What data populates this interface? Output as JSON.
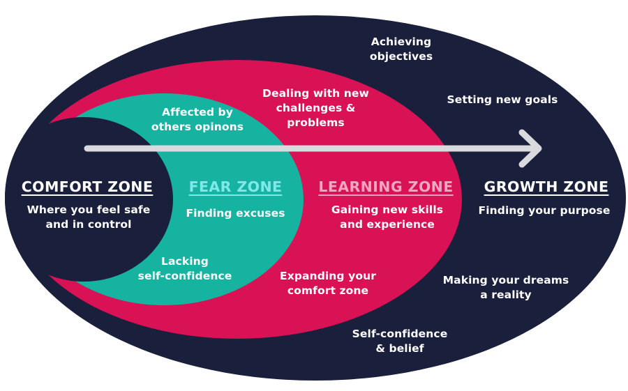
{
  "colors": {
    "growth": "#1a1f3c",
    "learning": "#d91256",
    "fear": "#17b3a1",
    "comfort": "#1a1f3c",
    "arrow": "#d8dadd",
    "text": "#ffffff",
    "fear_heading": "#7fe8ea",
    "learning_heading": "#f3a6c2"
  },
  "zones": {
    "comfort": {
      "title": "COMFORT ZONE",
      "description": "Where you feel safe\nand in control"
    },
    "fear": {
      "title": "FEAR ZONE",
      "description": "Finding excuses",
      "note_top": "Affected by\nothers opinons",
      "note_bottom": "Lacking\nself-confidence"
    },
    "learning": {
      "title": "LEARNING ZONE",
      "description": "Gaining new skills\nand experience",
      "note_top": "Dealing with new\nchallenges &\nproblems",
      "note_bottom": "Expanding your\ncomfort zone"
    },
    "growth": {
      "title": "GROWTH ZONE",
      "description": "Finding your purpose",
      "note_top": "Achieving\nobjectives",
      "note_right_top": "Setting new goals",
      "note_right_bottom": "Making your dreams\na reality",
      "note_bottom": "Self-confidence\n& belief"
    }
  },
  "arrow_icon": "right-arrow-icon"
}
